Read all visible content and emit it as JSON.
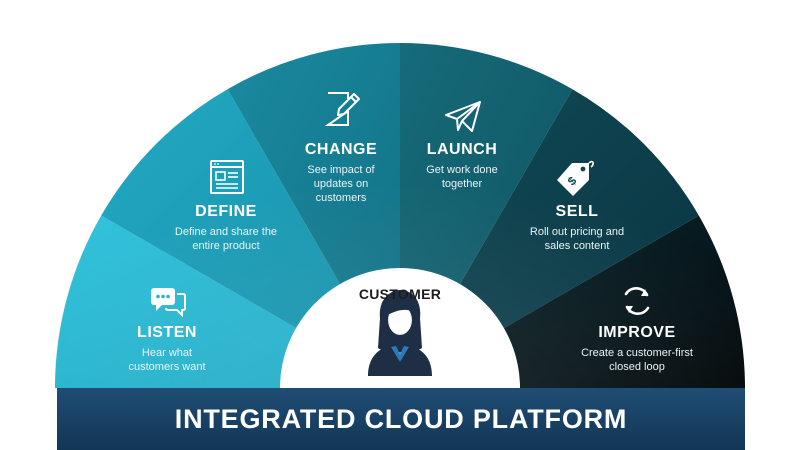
{
  "diagram": {
    "center": {
      "title": "CUSTOMER",
      "icon": "customer-woman-icon"
    },
    "platform": {
      "title": "INTEGRATED CLOUD PLATFORM"
    },
    "segments": [
      {
        "key": "listen",
        "title": "LISTEN",
        "description": "Hear what customers want",
        "icon": "chat-bubbles-icon",
        "color": "#26b4cf"
      },
      {
        "key": "define",
        "title": "DEFINE",
        "description": "Define and share the entire product",
        "icon": "document-window-icon",
        "color": "#1a9ab4"
      },
      {
        "key": "change",
        "title": "CHANGE",
        "description": "See impact of updates on customers",
        "icon": "edit-document-icon",
        "color": "#167f94"
      },
      {
        "key": "launch",
        "title": "LAUNCH",
        "description": "Get work done together",
        "icon": "paper-plane-icon",
        "color": "#14606f"
      },
      {
        "key": "sell",
        "title": "SELL",
        "description": "Roll out pricing and sales content",
        "icon": "price-tag-icon",
        "color": "#0f4551"
      },
      {
        "key": "improve",
        "title": "IMPROVE",
        "description": "Create a customer-first closed loop",
        "icon": "refresh-cycle-icon",
        "color": "#07161b"
      }
    ],
    "colors": {
      "platform_bar": "#1a4569",
      "center_disc": "#ffffff",
      "text": "#ffffff",
      "customer_text": "#1c1c1c"
    }
  }
}
